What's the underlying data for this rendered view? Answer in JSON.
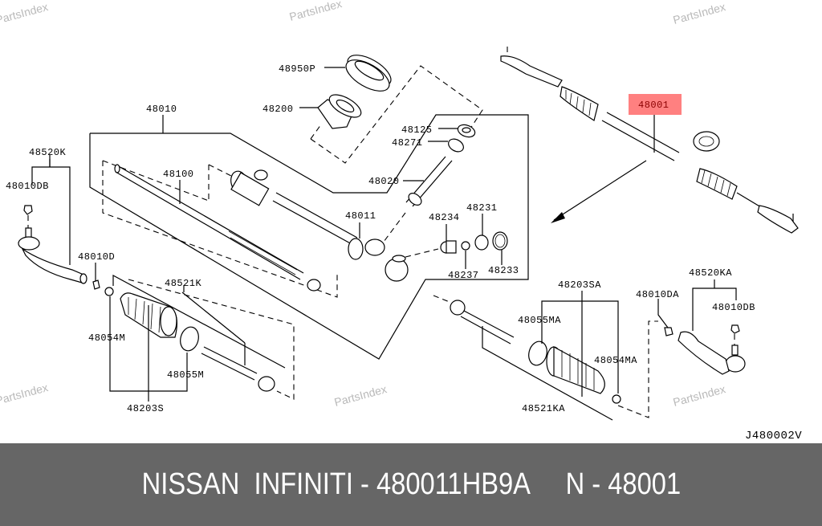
{
  "diagram": {
    "code": "J480002V",
    "highlight_color": "#ff8080",
    "highlight_text_color": "#8b0000",
    "watermark": "PartsIndex",
    "callouts": {
      "c48950P": "48950P",
      "c48200": "48200",
      "c48010": "48010",
      "c48125": "48125",
      "c48271": "48271",
      "c48020": "48020",
      "c48520K": "48520K",
      "c48010DB_left": "48010DB",
      "c48100": "48100",
      "c48011": "48011",
      "c48234": "48234",
      "c48231": "48231",
      "c48010D_left": "48010D",
      "c48237": "48237",
      "c48233": "48233",
      "c48521K": "48521K",
      "c48054M": "48054M",
      "c48055M": "48055M",
      "c48203S": "48203S",
      "c48203SA": "48203SA",
      "c48055MA": "48055MA",
      "c48054MA": "48054MA",
      "c48521KA": "48521KA",
      "c48010DA": "48010DA",
      "c48520KA": "48520KA",
      "c48010DB_right": "48010DB",
      "c48001": "48001"
    }
  },
  "footer": {
    "brand": "NISSAN  INFINITI",
    "separator1": " - ",
    "part_number": "480011HB9A",
    "gap": "     ",
    "catalog_prefix": "N",
    "separator2": " - ",
    "catalog_number": "48001"
  }
}
